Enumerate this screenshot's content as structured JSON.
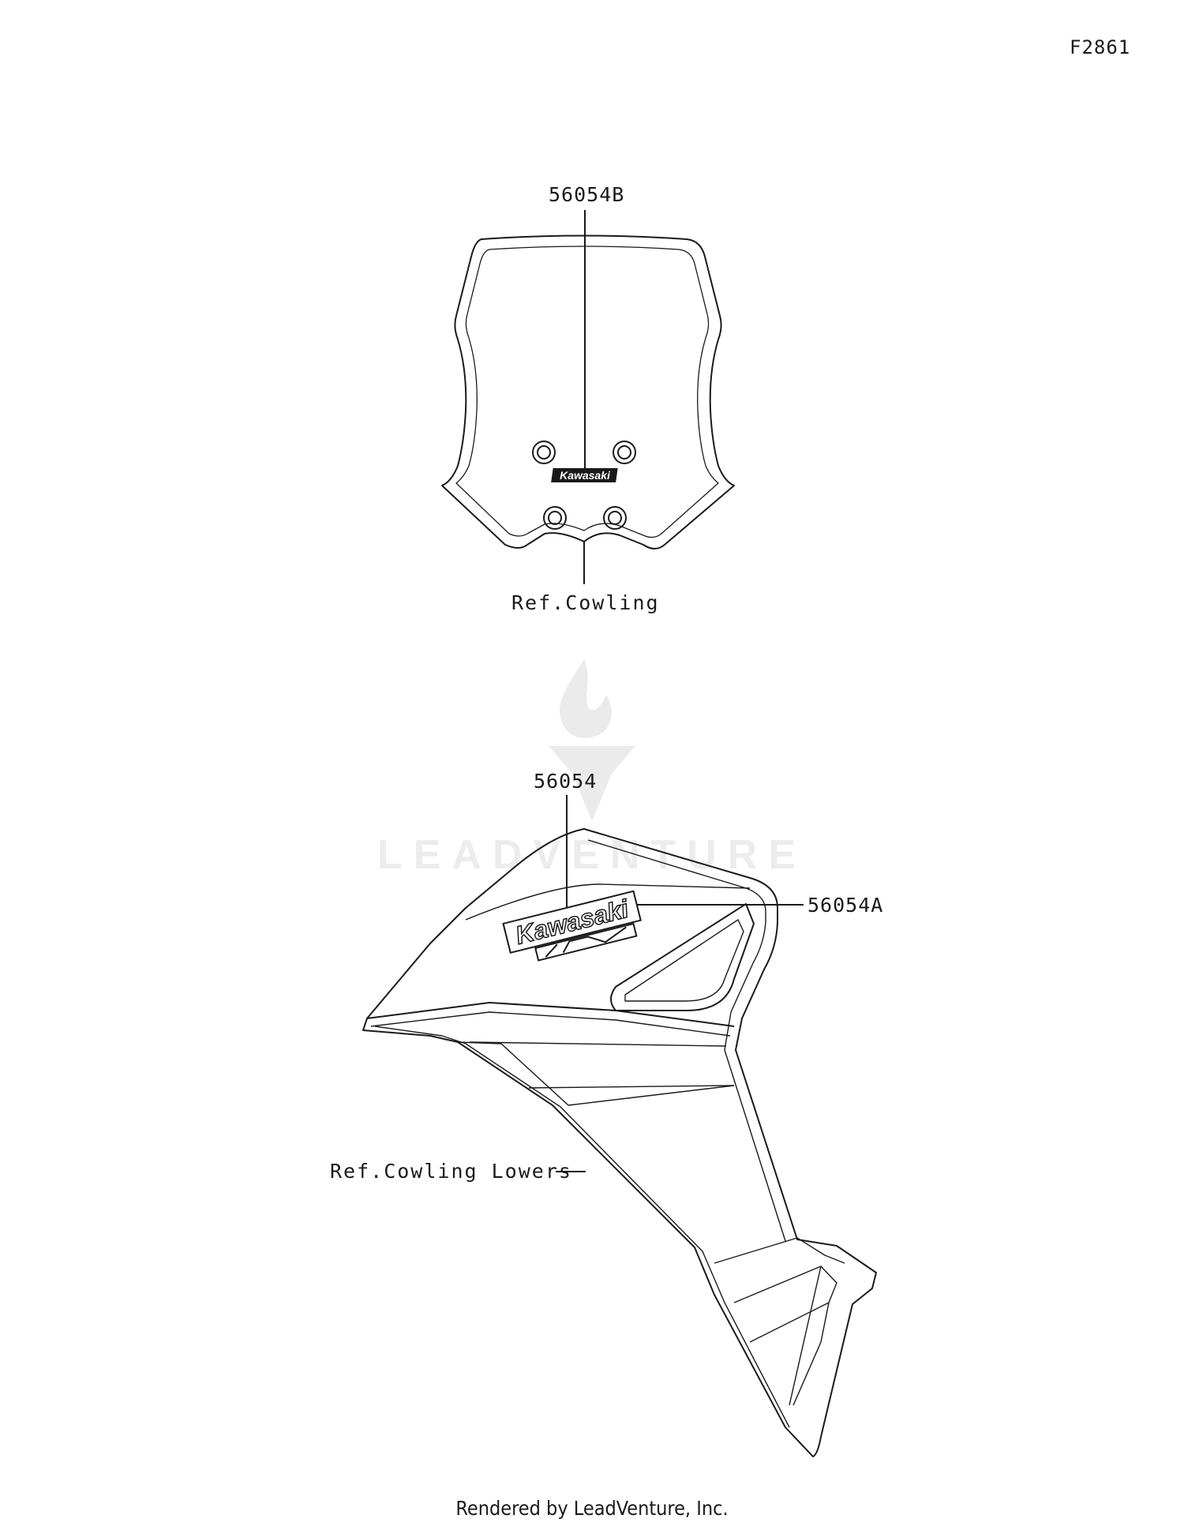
{
  "figure_id": "F2861",
  "callouts": {
    "windshield_decal": "56054B",
    "windshield_ref": "Ref.Cowling",
    "side_decal": "56054",
    "side_decal_sub": "56054A",
    "lower_ref": "Ref.Cowling Lowers"
  },
  "decal_text": {
    "windshield_logo": "Kawasaki",
    "side_logo": "Kawasaki"
  },
  "watermark": "LEADVENTURE",
  "footer": "Rendered by LeadVenture, Inc."
}
